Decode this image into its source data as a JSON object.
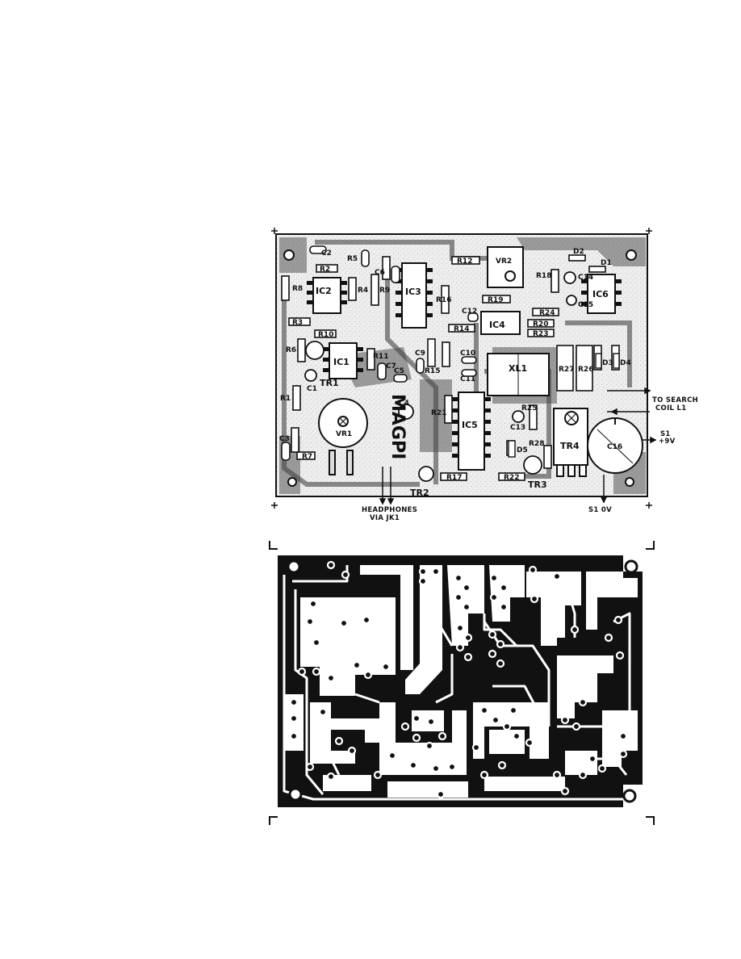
{
  "components": {
    "ic1": "IC1",
    "ic2": "IC2",
    "ic3": "IC3",
    "ic4": "IC4",
    "ic5": "IC5",
    "ic6": "IC6",
    "tr1": "TR1",
    "tr2": "TR2",
    "tr3": "TR3",
    "tr4": "TR4",
    "vr1": "VR1",
    "vr2": "VR2",
    "xl1": "XL1",
    "r1": "R1",
    "r2": "R2",
    "r3": "R3",
    "r4": "R4",
    "r5": "R5",
    "r6": "R6",
    "r7": "R7",
    "r8": "R8",
    "r9": "R9",
    "r10": "R10",
    "r11": "R11",
    "r12": "R12",
    "r14": "R14",
    "r15": "R15",
    "r16": "R16",
    "r17": "R17",
    "r18": "R18",
    "r19": "R19",
    "r20": "R20",
    "r21": "R21",
    "r22": "R22",
    "r23": "R23",
    "r24": "R24",
    "r25": "R25",
    "r26": "R26",
    "r27": "R27",
    "r28": "R28",
    "c1": "C1",
    "c2": "C2",
    "c3": "C3",
    "c4": "C4",
    "c5": "C5",
    "c6": "C6",
    "c7": "C7",
    "c9": "C9",
    "c10": "C10",
    "c11": "C11",
    "c12": "C12",
    "c13": "C13",
    "c14": "C14",
    "c15": "C15",
    "c16": "C16",
    "d1": "D1",
    "d2": "D2",
    "d3": "D3",
    "d4": "D4",
    "d5": "D5"
  },
  "external": {
    "search_coil_line1": "TO SEARCH",
    "search_coil_line2": "COIL L1",
    "s1_plus_line1": "S1",
    "s1_plus_line2": "+9V",
    "s1_zero": "S1 0V",
    "headphones_line1": "HEADPHONES",
    "headphones_line2": "VIA JK1"
  },
  "board_text": {
    "mirrored_mark": "MAGPI",
    "copper_mark": "MAGPI"
  },
  "colors": {
    "ink": "#111111",
    "board": "#f4f4f4",
    "paper": "#ffffff"
  }
}
